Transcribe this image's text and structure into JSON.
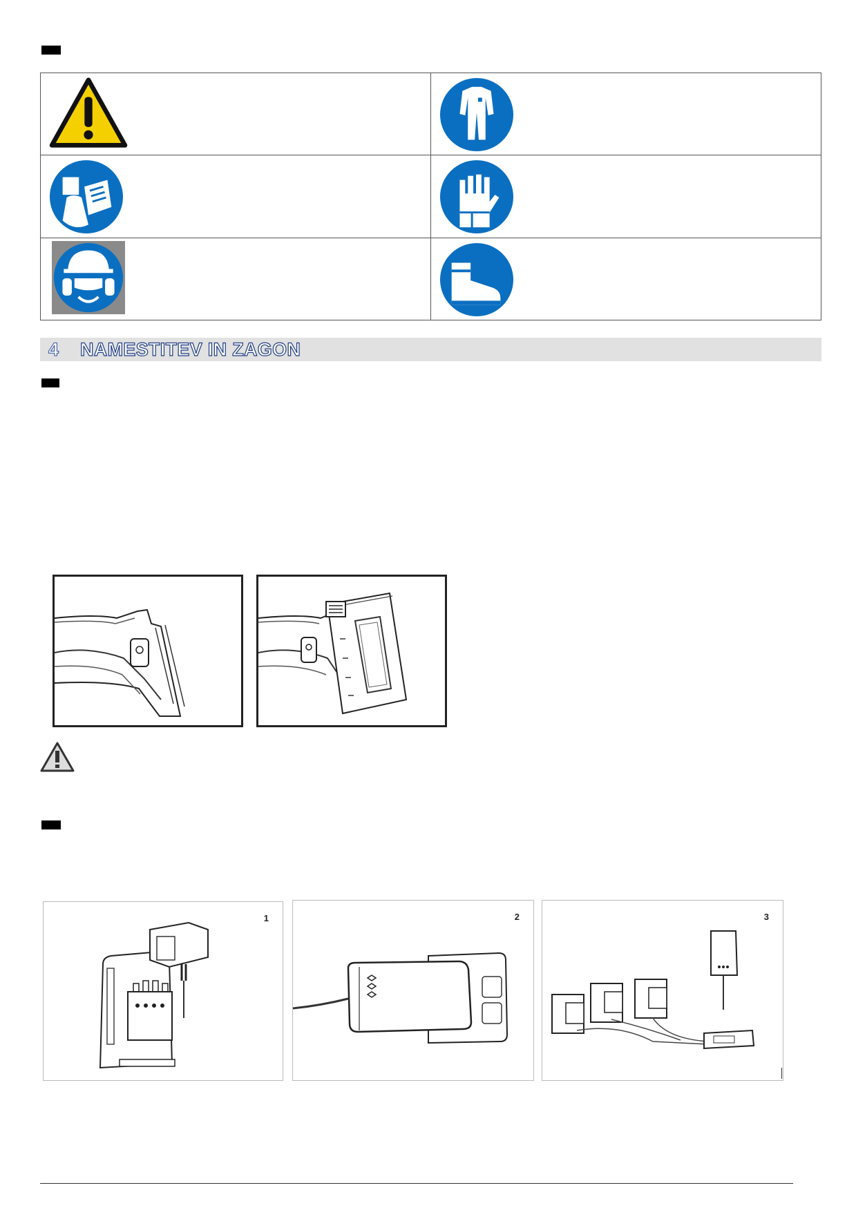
{
  "section": {
    "number": "4",
    "title": "NAMESTITEV IN ZAGON"
  },
  "figures": {
    "charger_steps": [
      "1",
      "2",
      "3"
    ]
  },
  "icons": {
    "symbols": [
      "warning-triangle-icon",
      "protective-clothing-icon",
      "read-manual-icon",
      "protective-gloves-icon",
      "head-eye-ear-protection-icon",
      "safety-boots-icon"
    ],
    "caution": "caution-triangle-icon"
  },
  "colors": {
    "mandatory_blue": "#0b6fc1",
    "warning_yellow": "#f5d000",
    "section_text_outline": "#1d3b82",
    "section_bg": "#e1e1e1"
  }
}
